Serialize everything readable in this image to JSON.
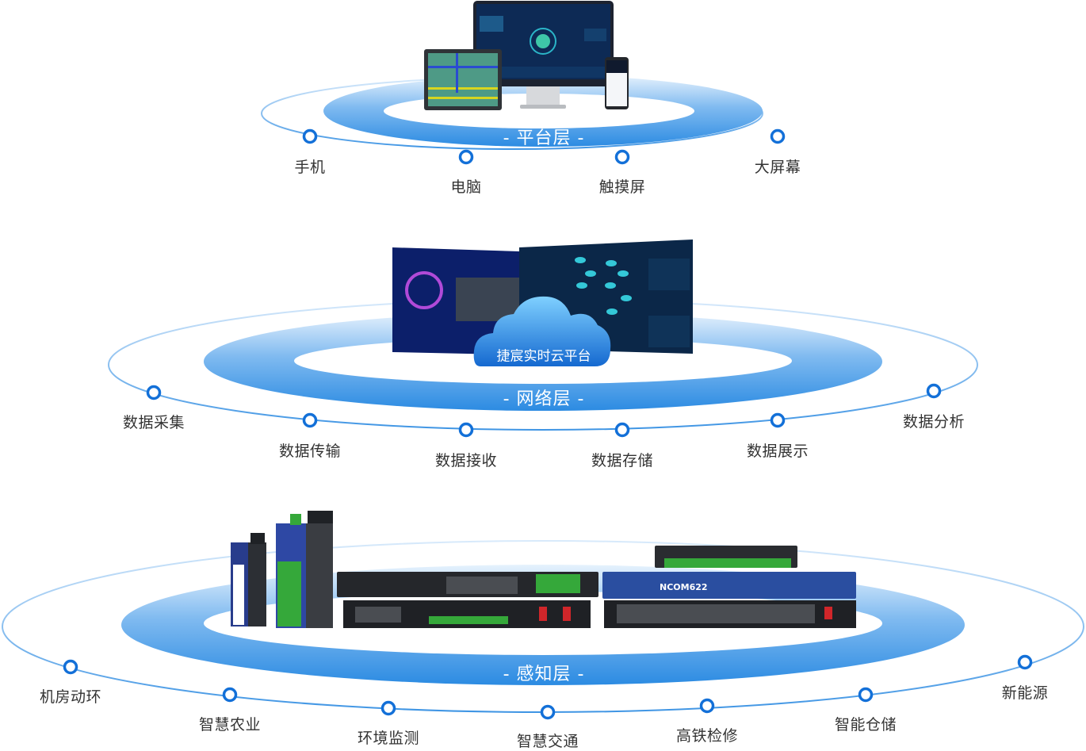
{
  "platform_layer": {
    "title": "- 平台层 -",
    "nodes": [
      "手机",
      "电脑",
      "触摸屏",
      "大屏幕"
    ],
    "devices": [
      "touch-panel",
      "desktop-monitor",
      "smartphone"
    ]
  },
  "network_layer": {
    "title": "- 网络层 -",
    "cloud_label": "捷宸实时云平台",
    "nodes": [
      "数据采集",
      "数据传输",
      "数据接收",
      "数据存储",
      "数据展示",
      "数据分析"
    ]
  },
  "perception_layer": {
    "title": "- 感知层 -",
    "device_model_label": "NCOM622",
    "nodes": [
      "机房动环",
      "智慧农业",
      "环境监测",
      "智慧交通",
      "高铁检修",
      "智能仓储",
      "新能源"
    ]
  },
  "colors": {
    "ring_outer": "#5aa6ea",
    "ring_band_dark": "#2a88e0",
    "ring_band_light": "#d6eafb",
    "node": "#1370d8",
    "label": "#333333"
  }
}
